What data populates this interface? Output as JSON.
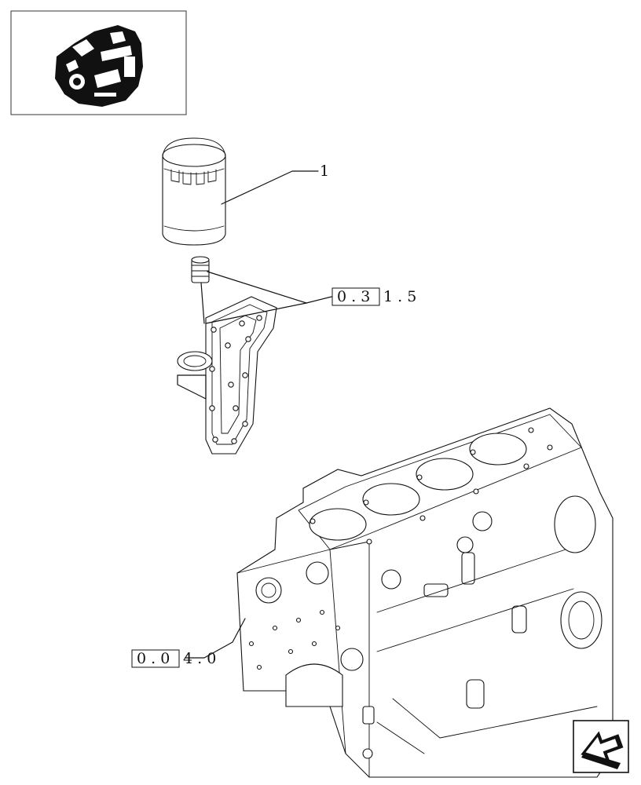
{
  "callouts": {
    "item_1": {
      "label": "1"
    },
    "ref_filter_head": {
      "boxed": "0 . 3",
      "suffix": "1 . 5"
    },
    "ref_block": {
      "boxed": "0 . 0",
      "suffix": "4 . 0"
    }
  },
  "icons": {
    "engine_thumbnail": "engine-thumbnail-icon",
    "next_page": "next-page-arrow-icon"
  }
}
